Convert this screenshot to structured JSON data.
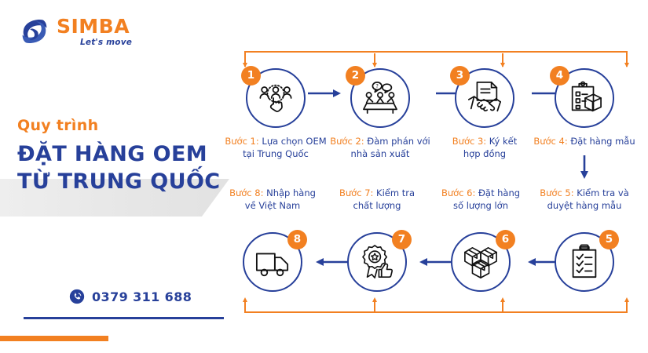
{
  "brand": {
    "logo_icon": "simba-swirl-icon",
    "name": "SIMBA",
    "tagline": "Let's move"
  },
  "title": {
    "eyebrow": "Quy trình",
    "line1": "ĐẶT HÀNG OEM",
    "line2": "TỪ TRUNG QUỐC"
  },
  "contact": {
    "phone_icon": "phone-icon",
    "phone": "0379 311 688"
  },
  "colors": {
    "brand_orange": "#F28021",
    "brand_blue": "#27409A",
    "icon_dark": "#1a1a1a",
    "banner_gray": "#e8e8e8"
  },
  "flow": {
    "steps": [
      {
        "number": "1",
        "step_label": "Bước 1:",
        "text": " Lựa chọn OEM",
        "text_line2": "tại Trung Quốc",
        "icon": "user-selection-icon"
      },
      {
        "number": "2",
        "step_label": "Bước 2:",
        "text": " Đàm phán với",
        "text_line2": "nhà sản xuất",
        "icon": "negotiation-meeting-icon"
      },
      {
        "number": "3",
        "step_label": "Bước 3:",
        "text": " Ký kết",
        "text_line2": "hợp đồng",
        "icon": "contract-handshake-icon"
      },
      {
        "number": "4",
        "step_label": "Bước 4:",
        "text": " Đặt hàng mẫu",
        "text_line2": "",
        "icon": "clipboard-sample-box-icon"
      },
      {
        "number": "5",
        "step_label": "Bước 5:",
        "text": " Kiểm tra và",
        "text_line2": "duyệt hàng mẫu",
        "icon": "clipboard-checklist-icon"
      },
      {
        "number": "6",
        "step_label": "Bước 6:",
        "text": " Đặt hàng",
        "text_line2": "số lượng lớn",
        "icon": "stacked-boxes-icon"
      },
      {
        "number": "7",
        "step_label": "Bước 7:",
        "text": " Kiểm tra",
        "text_line2": "chất lượng",
        "icon": "quality-badge-icon"
      },
      {
        "number": "8",
        "step_label": "Bước 8:",
        "text": " Nhập hàng",
        "text_line2": "về Việt Nam",
        "icon": "delivery-truck-icon"
      }
    ]
  }
}
